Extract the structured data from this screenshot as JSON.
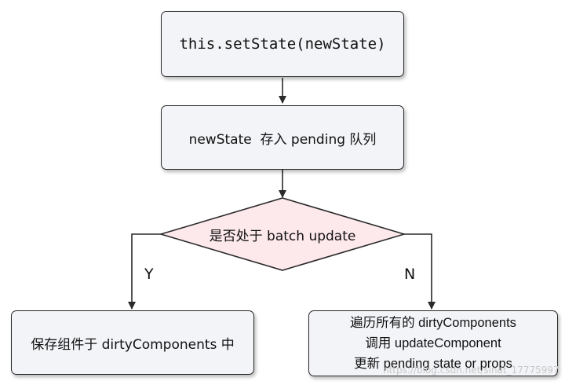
{
  "nodes": {
    "set_state": "this.setState(newState)",
    "pending_queue": "newState  存入 pending 队列",
    "decision": "是否处于 batch update",
    "save_dirty": "保存组件于 dirtyComponents 中",
    "traverse": {
      "line1": "遍历所有的 dirtyComponents",
      "line2": "调用 updateComponent",
      "line3": "更新 pending state or props"
    }
  },
  "edges": {
    "yes_label": "Y",
    "no_label": "N"
  },
  "colors": {
    "box_fill": "#f3f4f8",
    "decision_fill": "#fde8ec",
    "stroke": "#2a2a2a"
  },
  "watermark": "https://blog.csdn.net/sinat_17775997"
}
